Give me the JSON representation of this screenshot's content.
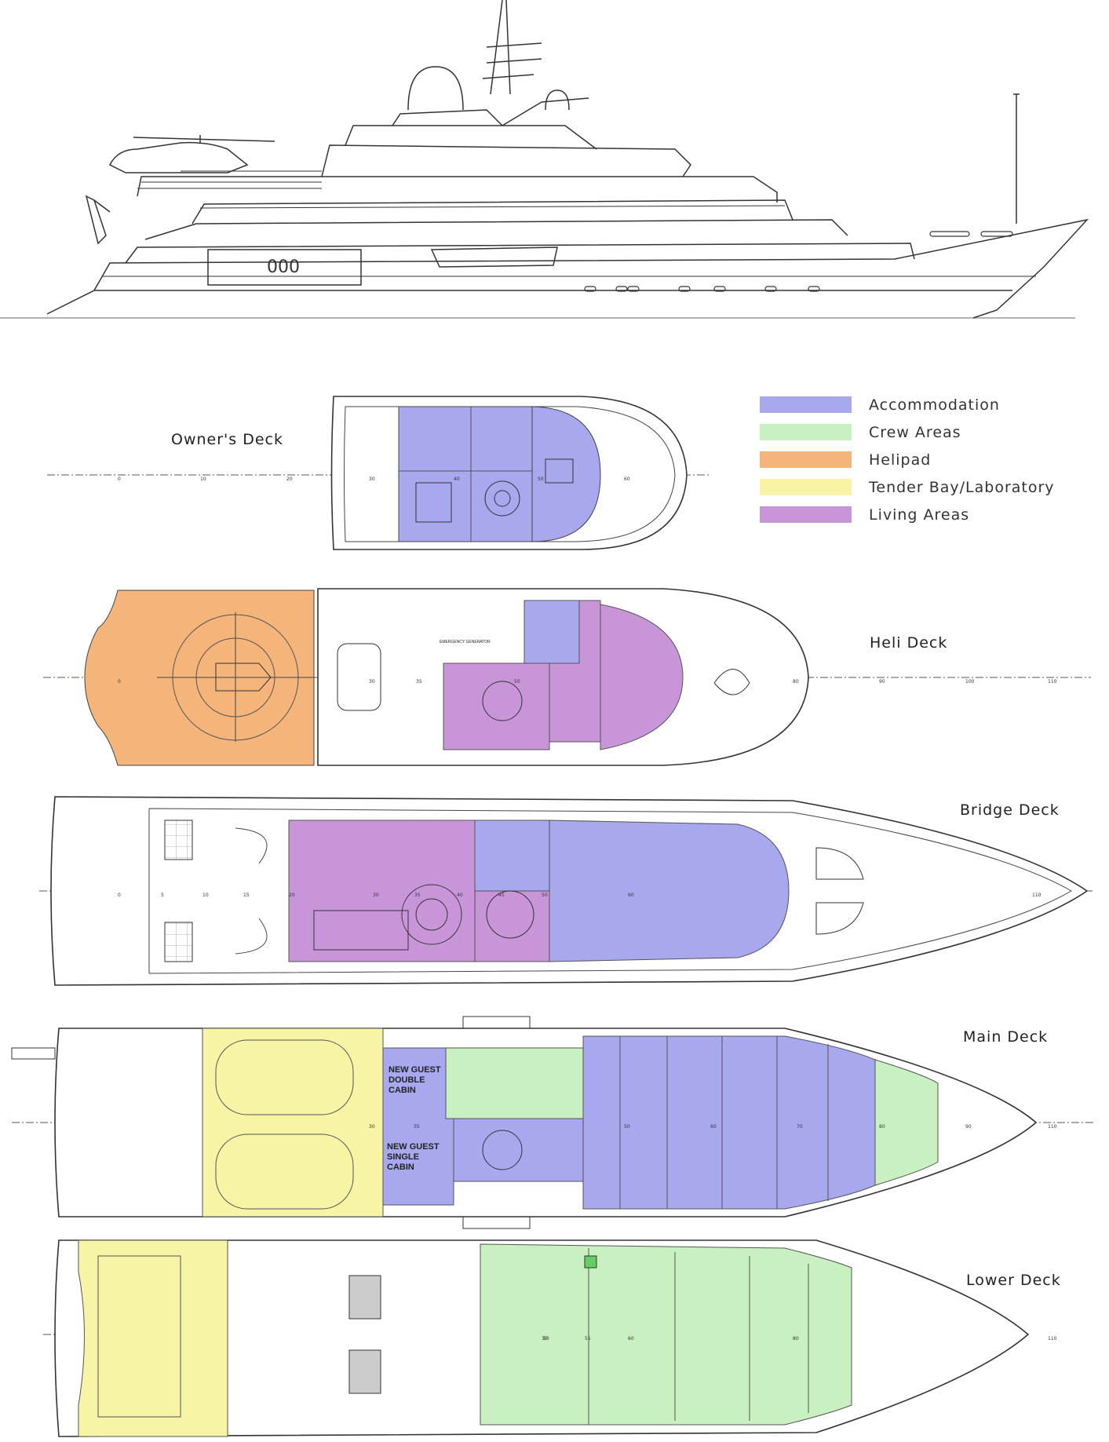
{
  "legend": [
    {
      "label": "Accommodation",
      "color": "#a8a8ee"
    },
    {
      "label": "Crew Areas",
      "color": "#c9f0c0"
    },
    {
      "label": "Helipad",
      "color": "#f4b47a"
    },
    {
      "label": "Tender Bay/Laboratory",
      "color": "#f8f4a6"
    },
    {
      "label": "Living Areas",
      "color": "#c896d8"
    }
  ],
  "decks": {
    "owners": {
      "label": "Owner's Deck"
    },
    "heli": {
      "label": "Heli Deck"
    },
    "bridge": {
      "label": "Bridge Deck"
    },
    "main": {
      "label": "Main Deck"
    },
    "lower": {
      "label": "Lower Deck"
    }
  },
  "room_labels": {
    "double_cabin": "NEW GUEST DOUBLE CABIN",
    "single_cabin": "NEW GUEST SINGLE CABIN",
    "emergency_generator": "EMERGENCY GENERATOR"
  },
  "scale_ticks": {
    "owners": [
      "0",
      "10",
      "20",
      "30",
      "40",
      "50",
      "60"
    ],
    "heli": [
      "0",
      "30",
      "35",
      "50",
      "80",
      "90",
      "100",
      "110"
    ],
    "bridge": [
      "0",
      "5",
      "10",
      "15",
      "20",
      "30",
      "35",
      "40",
      "45",
      "50",
      "60",
      "110"
    ],
    "main": [
      "30",
      "35",
      "50",
      "60",
      "70",
      "80",
      "90",
      "110"
    ],
    "lower": [
      "30",
      "50",
      "55",
      "60",
      "80",
      "110"
    ]
  }
}
